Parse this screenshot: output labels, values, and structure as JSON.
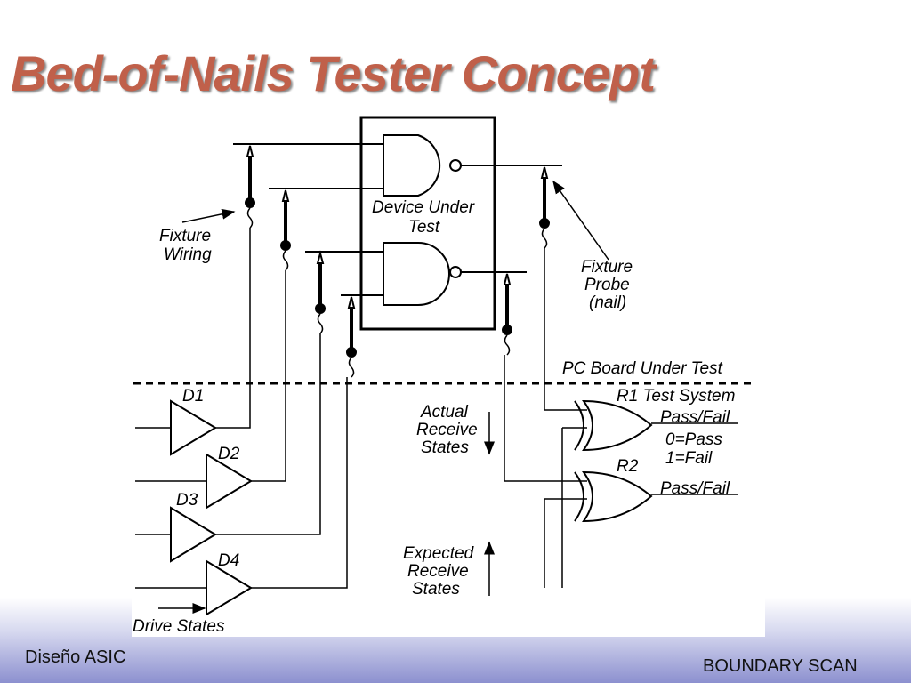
{
  "slide": {
    "title": "Bed-of-Nails Tester Concept"
  },
  "footer": {
    "left": "Diseño ASIC",
    "right": "BOUNDARY SCAN"
  },
  "diagram": {
    "device_under_test": [
      "Device Under",
      "Test"
    ],
    "fixture_wiring": [
      "Fixture",
      "Wiring"
    ],
    "fixture_probe": [
      "Fixture",
      "Probe",
      "(nail)"
    ],
    "pc_board": "PC Board Under Test",
    "test_system": "R1  Test System",
    "r2": "R2",
    "drivers": [
      "D1",
      "D2",
      "D3",
      "D4"
    ],
    "actual_receive": [
      "Actual",
      "Receive",
      "States"
    ],
    "expected_receive": [
      "Expected",
      "Receive",
      "States"
    ],
    "pass_fail_1": "Pass/Fail",
    "pass_fail_2": "Pass/Fail",
    "pass_legend": "0=Pass",
    "fail_legend": "1=Fail",
    "drive_states": "Drive States"
  }
}
